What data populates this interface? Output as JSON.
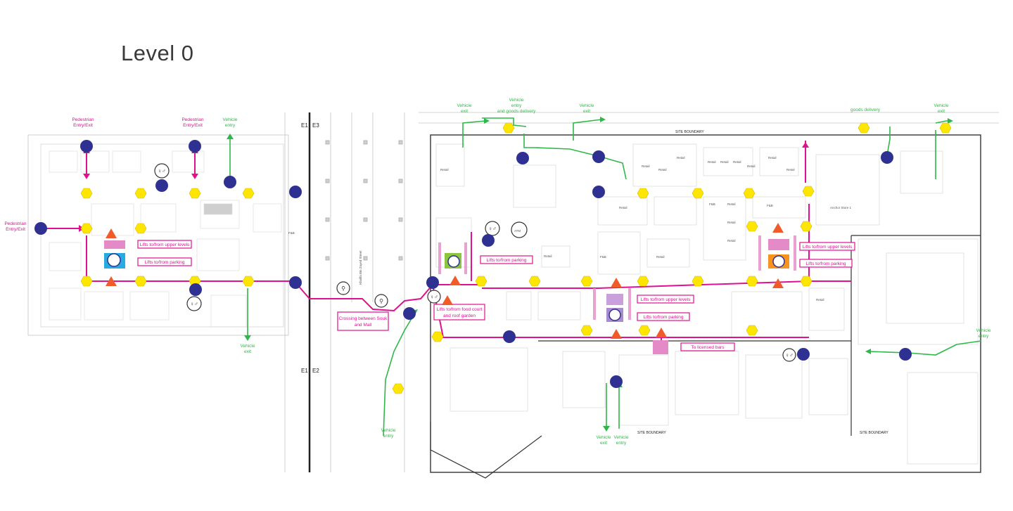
{
  "title": "Level 0",
  "colors": {
    "pedestrian_route": "#e0118f",
    "vehicle_route": "#2fb84a",
    "entry_marker": "#2e3192",
    "hexagon": "#ffe600",
    "triangle": "#f15a29",
    "plan_lines": "#bbbbbb"
  },
  "labels": {
    "ped_entry_1": [
      "Pedestrian",
      "Entry/Exit"
    ],
    "ped_entry_2": [
      "Pedestrian",
      "Entry/Exit"
    ],
    "ped_entry_3": [
      "Pedestrian",
      "Entry/Exit"
    ],
    "veh_entry_left": [
      "Vehicle",
      "entry"
    ],
    "veh_exit_left": [
      "Vehicle",
      "exit"
    ],
    "veh_exit_top1": [
      "Vehicle",
      "exit"
    ],
    "veh_entry_goods": [
      "Vehicle",
      "entry",
      "and goods delivery"
    ],
    "veh_exit_top2": [
      "Vehicle",
      "exit"
    ],
    "goods_delivery": "goods delivery",
    "veh_exit_top3": [
      "Vehicle",
      "exit"
    ],
    "veh_entry_right": [
      "Vehicle",
      "entry"
    ],
    "veh_entry_bottom_left": [
      "Vehicle",
      "entry"
    ],
    "veh_exit_bottom": [
      "Vehicle",
      "exit"
    ],
    "veh_entry_bottom": [
      "Vehicle",
      "entry"
    ],
    "site_boundary": "SITE BOUNDARY",
    "street": "Khalifa Bin Zayed Street",
    "e1_top": "E1",
    "e3_top": "E3",
    "e1_bottom": "E1",
    "e2_bottom": "E2",
    "fb_left": "F&B",
    "atm": "ATM",
    "anchor_store": "Anchor Store 1"
  },
  "callouts": {
    "lifts_upper_left": "Lifts to/from upper levels",
    "lifts_parking_left": "Lifts to/from parking",
    "crossing": [
      "Crossing between Souk",
      "and Mall"
    ],
    "lifts_parking_center": "Lifts to/from parking",
    "lifts_food_court": [
      "Lifts to/from food court",
      "and roof garden"
    ],
    "lifts_upper_mid": "Lifts to/from upper levels",
    "lifts_parking_mid": "Lifts to/from parking",
    "licensed_bars": "To licensed bars",
    "lifts_upper_right": "Lifts to/from upper levels",
    "lifts_parking_right": "Lifts to/from parking"
  },
  "retail_labels": [
    "Retail",
    "Retail",
    "Retail",
    "Retail",
    "Retail",
    "Retail",
    "Retail",
    "Retail",
    "Retail",
    "Retail",
    "Retail",
    "Retail",
    "Retail",
    "Retail",
    "F&B",
    "F&B",
    "F&B",
    "Retail",
    "Retail",
    "Retail"
  ]
}
